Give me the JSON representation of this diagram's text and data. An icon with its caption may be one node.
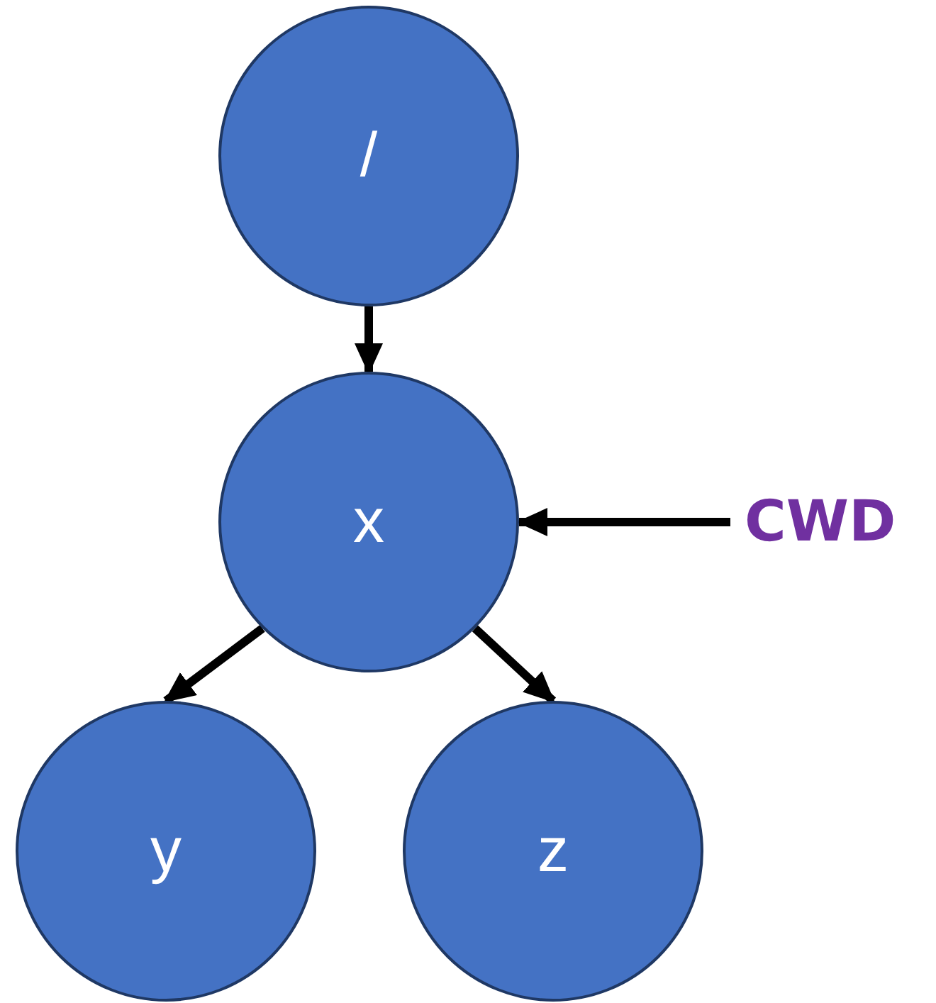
{
  "diagram": {
    "nodes": [
      {
        "text": [
          "/"
        ]
      },
      {
        "text": [
          "x"
        ]
      },
      {
        "text": [
          "y"
        ]
      },
      {
        "text": [
          "z"
        ]
      },
      {
        "text": [
          "CWD"
        ]
      }
    ],
    "edges": [
      {
        "from": 0,
        "to": 1,
        "arrow": "to"
      },
      {
        "from": 1,
        "to": 2,
        "arrow": "to"
      },
      {
        "from": 1,
        "to": 3,
        "arrow": "to"
      },
      {
        "from": 4,
        "to": 1,
        "arrow": "to"
      }
    ]
  }
}
